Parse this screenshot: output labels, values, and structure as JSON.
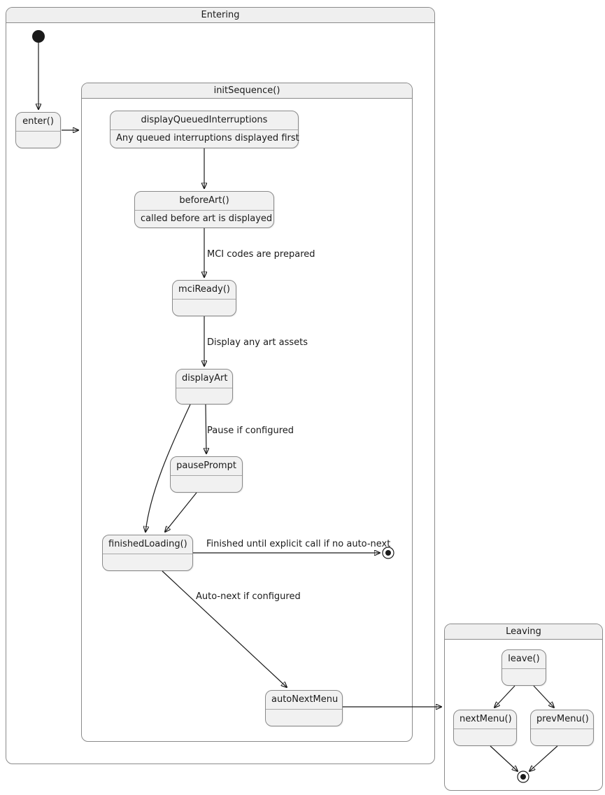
{
  "diagram": {
    "containers": {
      "entering": {
        "title": "Entering"
      },
      "initSequence": {
        "title": "initSequence()"
      },
      "leaving": {
        "title": "Leaving"
      }
    },
    "states": {
      "enter": {
        "title": "enter()"
      },
      "displayQueuedInterruptions": {
        "title": "displayQueuedInterruptions",
        "body": "Any queued interruptions displayed first"
      },
      "beforeArt": {
        "title": "beforeArt()",
        "body": "called before art is displayed"
      },
      "mciReady": {
        "title": "mciReady()"
      },
      "displayArt": {
        "title": "displayArt"
      },
      "pausePrompt": {
        "title": "pausePrompt"
      },
      "finishedLoading": {
        "title": "finishedLoading()"
      },
      "autoNextMenu": {
        "title": "autoNextMenu"
      },
      "leave": {
        "title": "leave()"
      },
      "nextMenu": {
        "title": "nextMenu()"
      },
      "prevMenu": {
        "title": "prevMenu()"
      }
    },
    "edge_labels": {
      "mci_codes": "MCI codes are prepared",
      "display_art": "Display any art assets",
      "pause": "Pause if configured",
      "finished": "Finished until explicit call if no auto-next",
      "auto_next": "Auto-next if configured"
    },
    "colors": {
      "state_fill": "#f1f1f1",
      "border": "#8a8a8a",
      "line": "#1a1a1a"
    }
  }
}
